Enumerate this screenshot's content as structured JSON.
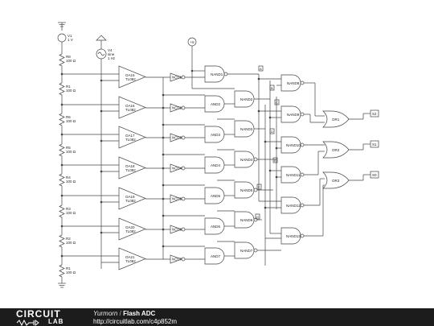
{
  "footer": {
    "logo_top": "CIRCUIT",
    "logo_bottom": "LAB",
    "author": "Yurmorn",
    "separator": "/",
    "title": "Flash ADC",
    "url": "http://circuitlab.com/c4p852m"
  },
  "circuit": {
    "supply": {
      "name": "V1",
      "value": "1 V"
    },
    "signal": {
      "name": "V4",
      "type": "sine",
      "freq": "1 Hz"
    },
    "logic_high": "+5",
    "resistors": [
      {
        "name": "R8",
        "value": "100 Ω"
      },
      {
        "name": "R1",
        "value": "100 Ω"
      },
      {
        "name": "R6",
        "value": "100 Ω"
      },
      {
        "name": "R5",
        "value": "100 Ω"
      },
      {
        "name": "R4",
        "value": "100 Ω"
      },
      {
        "name": "R3",
        "value": "100 Ω"
      },
      {
        "name": "R2",
        "value": "100 Ω"
      },
      {
        "name": "R1",
        "value": "100 Ω"
      }
    ],
    "opamps": [
      {
        "name": "OA15",
        "part": "TL082"
      },
      {
        "name": "OA16",
        "part": "TL082"
      },
      {
        "name": "OA17",
        "part": "TL082"
      },
      {
        "name": "OA18",
        "part": "TL082"
      },
      {
        "name": "OA19",
        "part": "TL082"
      },
      {
        "name": "OA20",
        "part": "TL082"
      },
      {
        "name": "OA21",
        "part": "TL082"
      }
    ],
    "nots": [
      "NOT1",
      "NOT2",
      "NOT3",
      "NOT4",
      "NOT5",
      "NOT6",
      "NOT7"
    ],
    "ands": [
      "NAND1",
      "AND2",
      "AND3",
      "AND4",
      "AND5",
      "AND6",
      "AND7"
    ],
    "nands_mid": [
      "NAND2",
      "NAND3",
      "NAND4",
      "NAND5",
      "NAND6",
      "NAND7"
    ],
    "nands_right": [
      "NAND8",
      "NAND9",
      "NAND10",
      "NAND11",
      "NAND12",
      "NAND13"
    ],
    "ors": [
      "OR1",
      "OR2",
      "OR3"
    ],
    "outputs": [
      "S2",
      "S1",
      "S0"
    ],
    "node_labels": [
      "A",
      "B",
      "C",
      "D",
      "E",
      "F",
      "G"
    ]
  }
}
